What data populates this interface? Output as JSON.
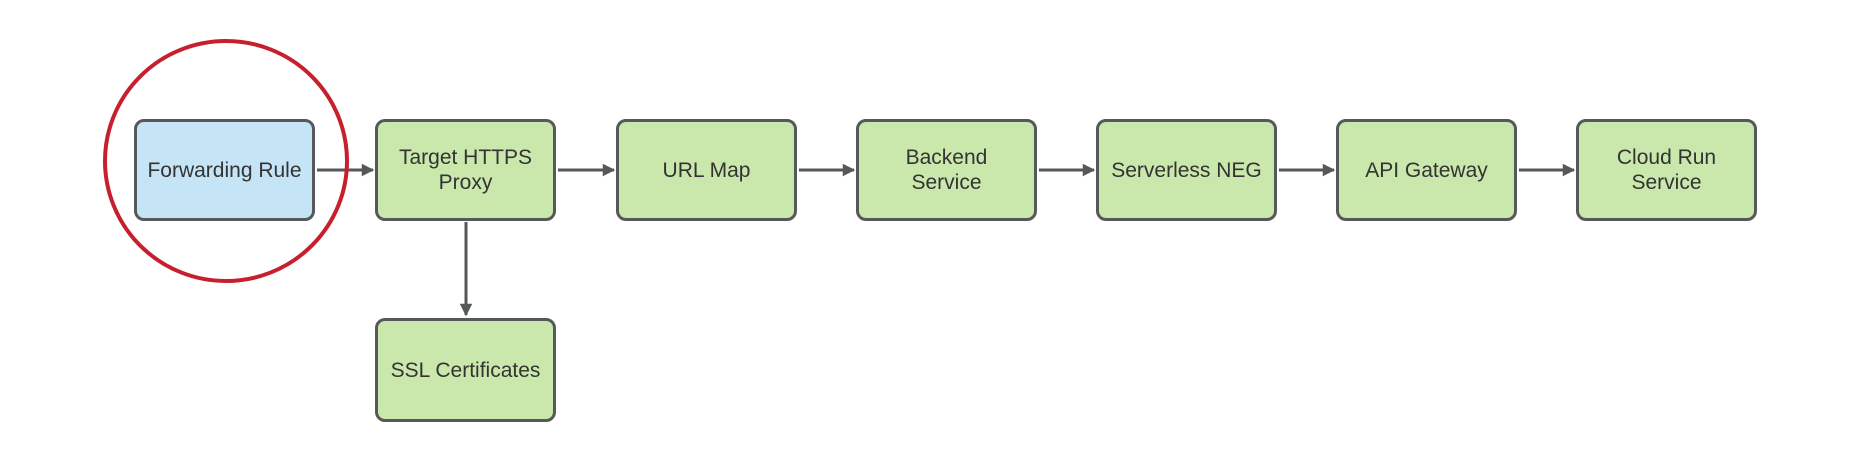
{
  "diagram": {
    "type": "flowchart",
    "nodes": [
      {
        "id": "forwarding-rule",
        "label": "Forwarding Rule",
        "fill": "blue",
        "highlighted": true
      },
      {
        "id": "target-https-proxy",
        "label": "Target HTTPS Proxy",
        "fill": "green",
        "highlighted": false
      },
      {
        "id": "url-map",
        "label": "URL Map",
        "fill": "green",
        "highlighted": false
      },
      {
        "id": "backend-service",
        "label": "Backend Service",
        "fill": "green",
        "highlighted": false
      },
      {
        "id": "serverless-neg",
        "label": "Serverless NEG",
        "fill": "green",
        "highlighted": false
      },
      {
        "id": "api-gateway",
        "label": "API Gateway",
        "fill": "green",
        "highlighted": false
      },
      {
        "id": "cloud-run-service",
        "label": "Cloud Run Service",
        "fill": "green",
        "highlighted": false
      },
      {
        "id": "ssl-certificates",
        "label": "SSL Certificates",
        "fill": "green",
        "highlighted": false
      }
    ],
    "edges": [
      {
        "from": "Forwarding Rule",
        "to": "Target HTTPS Proxy",
        "direction": "right"
      },
      {
        "from": "Target HTTPS Proxy",
        "to": "URL Map",
        "direction": "right"
      },
      {
        "from": "URL Map",
        "to": "Backend Service",
        "direction": "right"
      },
      {
        "from": "Backend Service",
        "to": "Serverless NEG",
        "direction": "right"
      },
      {
        "from": "Serverless NEG",
        "to": "API Gateway",
        "direction": "right"
      },
      {
        "from": "API Gateway",
        "to": "Cloud Run Service",
        "direction": "right"
      },
      {
        "from": "Target HTTPS Proxy",
        "to": "SSL Certificates",
        "direction": "down"
      }
    ],
    "annotations": [
      {
        "type": "circle-highlight",
        "around": "Forwarding Rule",
        "color": "#c6202e"
      }
    ],
    "colors": {
      "node_green_fill": "#cae7ac",
      "node_blue_fill": "#c5e4f6",
      "node_border": "#56595b",
      "arrow": "#545859",
      "highlight_red": "#c6202e",
      "text": "#333333",
      "background": "#ffffff"
    }
  }
}
